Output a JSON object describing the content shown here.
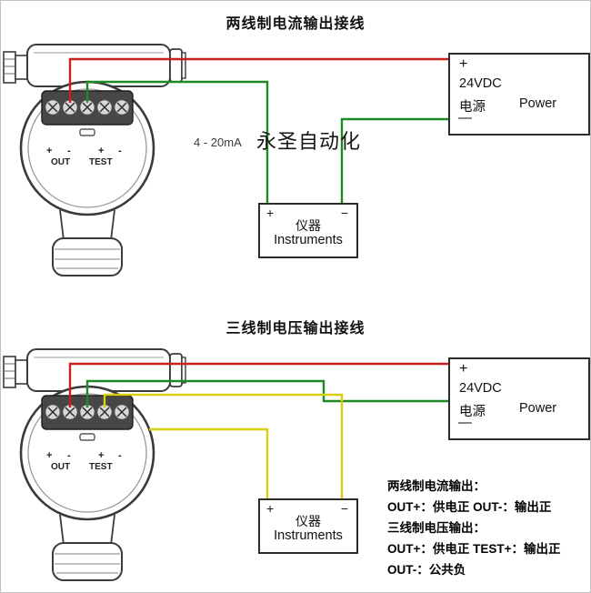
{
  "colors": {
    "wire_red": "#c9201d",
    "wire_green": "#1f8a25",
    "wire_yellow": "#d8ce12",
    "ink": "#2f2f2f"
  },
  "top": {
    "title": "两线制电流输出接线",
    "signal_label": "4 - 20mA",
    "watermark": "永圣自动化",
    "power": {
      "plus": "+",
      "voltage": "24VDC",
      "cn": "电源",
      "en": "Power",
      "minus": "—"
    },
    "instrument": {
      "plus": "+",
      "minus": "−",
      "cn": "仪器",
      "en": "Instruments"
    },
    "terminals": {
      "p1": "+",
      "m1": "-",
      "p2": "+",
      "m2": "-",
      "out": "OUT",
      "test": "TEST"
    }
  },
  "bottom": {
    "title": "三线制电压输出接线",
    "power": {
      "plus": "+",
      "voltage": "24VDC",
      "cn": "电源",
      "en": "Power",
      "minus": "—"
    },
    "instrument": {
      "plus": "+",
      "minus": "−",
      "cn": "仪器",
      "en": "Instruments"
    },
    "terminals": {
      "p1": "+",
      "m1": "-",
      "p2": "+",
      "m2": "-",
      "out": "OUT",
      "test": "TEST"
    },
    "notes": [
      "两线制电流输出：",
      "OUT+：供电正  OUT-：输出正",
      "三线制电压输出：",
      "OUT+：供电正 TEST+：输出正",
      "OUT-：公共负"
    ]
  }
}
